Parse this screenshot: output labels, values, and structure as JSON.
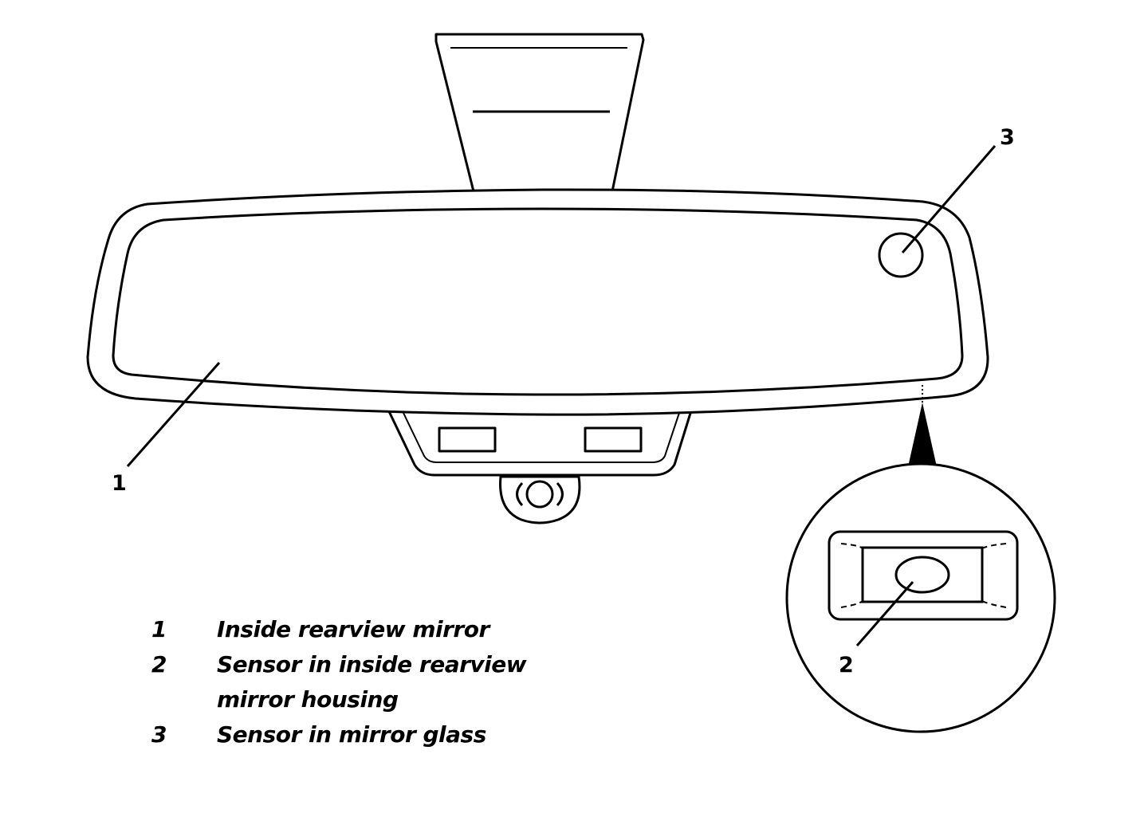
{
  "callouts": {
    "mirror": "1",
    "housing_sensor": "2",
    "glass_sensor": "3"
  },
  "legend": [
    {
      "number": "1",
      "text": "Inside rearview mirror"
    },
    {
      "number": "2",
      "text": "Sensor in inside rearview mirror housing"
    },
    {
      "number": "3",
      "text": "Sensor in mirror glass"
    }
  ],
  "colors": {
    "line": "#000000",
    "background": "#ffffff"
  }
}
